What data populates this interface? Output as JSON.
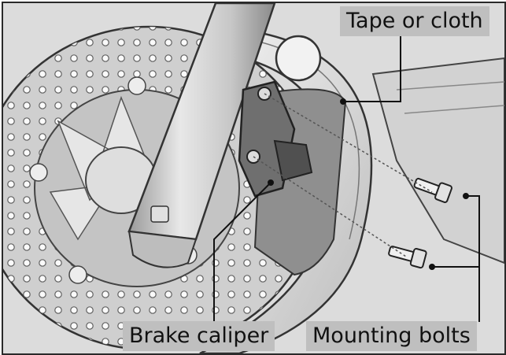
{
  "labels": {
    "tape_or_cloth": "Tape or cloth",
    "brake_caliper": "Brake caliper",
    "mounting_bolts": "Mounting bolts"
  },
  "colors": {
    "background": "#dcdcdc",
    "label_background": "#bfbfbf",
    "line_art": "#2a2a2a"
  },
  "icons": [
    "brake-disc",
    "fork-tube",
    "brake-caliper",
    "mounting-bolt",
    "wheel-rim"
  ]
}
